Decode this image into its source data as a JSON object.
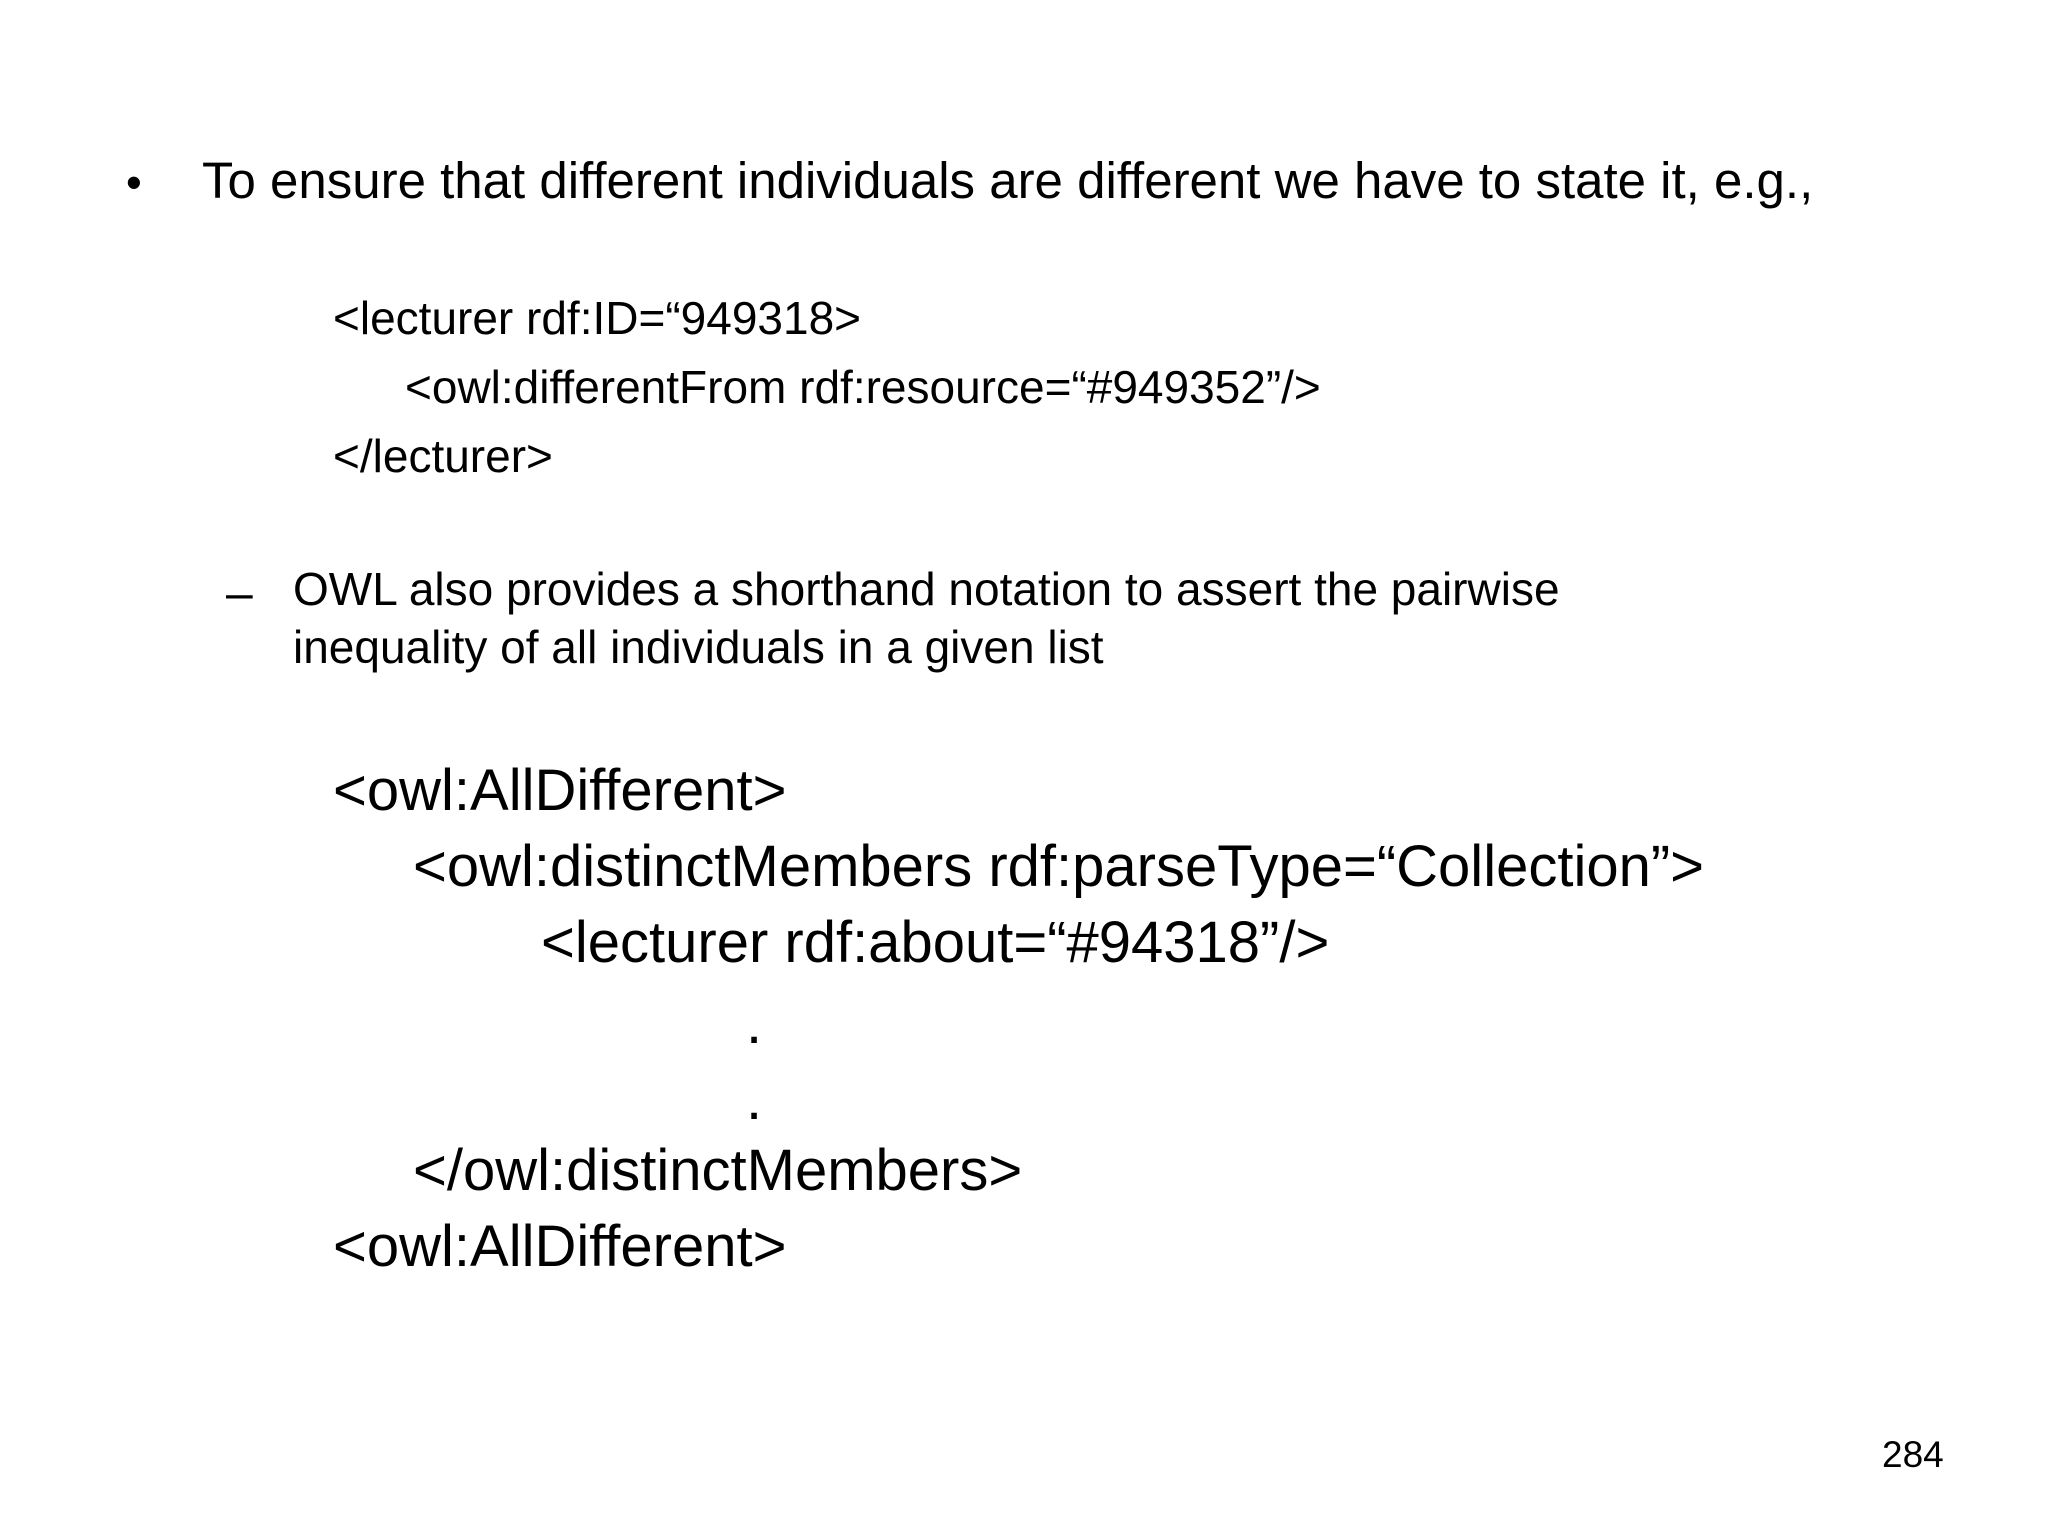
{
  "bullet": {
    "symbol": "•",
    "text": "To ensure that different individuals are different we have to state it, e.g.,"
  },
  "example1": {
    "lines": [
      "<lecturer rdf:ID=“949318>",
      "<owl:differentFrom rdf:resource=“#949352”/>",
      "</lecturer>"
    ]
  },
  "subbullet": {
    "symbol": "–",
    "lines": [
      "OWL also provides a shorthand notation to assert the pairwise",
      "inequality of all individuals in a given list"
    ]
  },
  "example2": {
    "lines": [
      "<owl:AllDifferent>",
      "<owl:distinctMembers rdf:parseType=“Collection”>",
      "<lecturer rdf:about=“#94318”/>",
      ".",
      ".",
      "</owl:distinctMembers>",
      "<owl:AllDifferent>"
    ]
  },
  "page_number": "284"
}
